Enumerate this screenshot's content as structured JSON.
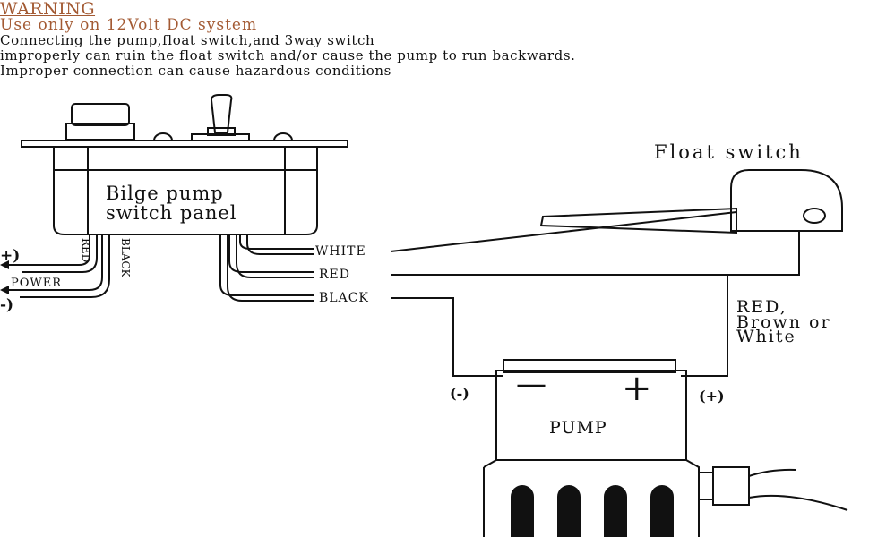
{
  "warning": {
    "title": "WARNING",
    "subtitle": "Use only on 12Volt DC system",
    "lines": [
      "Connecting the pump,float switch,and 3way switch",
      "improperly can ruin the float switch and/or cause the pump to run backwards.",
      "Improper connection can cause hazardous conditions"
    ]
  },
  "panel": {
    "label_line1": "Bilge pump",
    "label_line2": "switch panel"
  },
  "power": {
    "plus": "+)",
    "minus": "-)",
    "label": "POWER",
    "red": "RED",
    "black": "BLACK"
  },
  "wires": {
    "white": "WHITE",
    "red": "RED",
    "black": "BLACK"
  },
  "float_switch": {
    "label": "Float switch"
  },
  "positive_wire": {
    "line1": "RED,",
    "line2": "Brown or",
    "line3": "White"
  },
  "pump": {
    "label": "PUMP",
    "minus_terminal": "(-)",
    "plus_terminal": "(+)",
    "minus_sign": "—",
    "plus_sign": "+"
  }
}
